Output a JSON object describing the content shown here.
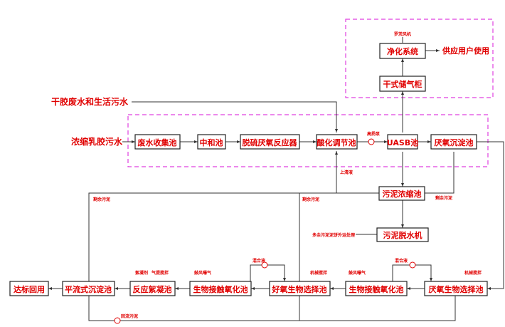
{
  "inputs": {
    "dry_glue": "干胶废水和生活污水",
    "concentrated_latex": "浓缩乳胶污水"
  },
  "boxes": {
    "wastewater_collection": "废水收集池",
    "neutralization": "中和池",
    "desulfurization_reactor": "脱硫厌氧反应器",
    "acidification": "酸化调节池",
    "uasb": "UASB池",
    "anaerobic_sedimentation": "厌氧沉淀池",
    "gas_holder": "干式储气柜",
    "purification": "净化系统",
    "sludge_thickening": "污泥浓缩池",
    "sludge_dewatering": "污泥脱水机",
    "anaerobic_selection": "厌氧生物选择池",
    "contact_oxidation_2": "生物接触氧化池",
    "aerobic_selection": "好氧生物选择池",
    "contact_oxidation_1": "生物接触氧化池",
    "flocculation": "反应絮凝池",
    "advection_sedimentation": "平流式沉淀池",
    "discharge": "达标回用"
  },
  "labels": {
    "user_supply": "供应用户使用",
    "fan_top": "罗茨风机",
    "supernatant": "上清液",
    "excess_sludge_mid": "剩余污泥",
    "excess_sludge_left": "剩余污泥",
    "excess_sludge_right": "剩余污泥",
    "sludge_cake": "多余污泥泥饼外运处理",
    "mix_1": "混合液",
    "mix_2": "混合液",
    "fan_1": "鼓风曝气",
    "fan_2": "鼓风曝气",
    "mech_mix_1": "机械搅拌",
    "mech_mix_2": "机械搅拌",
    "dosing": "絮凝剂",
    "air_mix": "气提搅拌",
    "return_sludge": "回流污泥",
    "pump_label": "高扬泵"
  },
  "colors": {
    "text": "#e00000",
    "dashed_frame": "#e040e0",
    "lines": "#333333"
  }
}
